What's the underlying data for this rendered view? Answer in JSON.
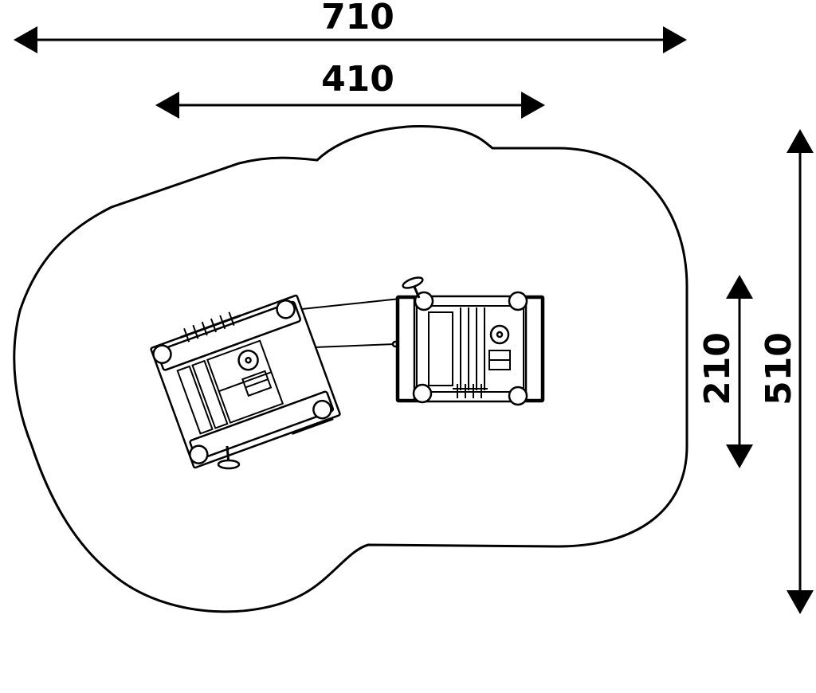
{
  "dimensions": {
    "overall_width": "710",
    "equipment_width": "410",
    "equipment_depth": "210",
    "overall_depth": "510"
  },
  "colors": {
    "line": "#000000",
    "background": "#ffffff"
  }
}
